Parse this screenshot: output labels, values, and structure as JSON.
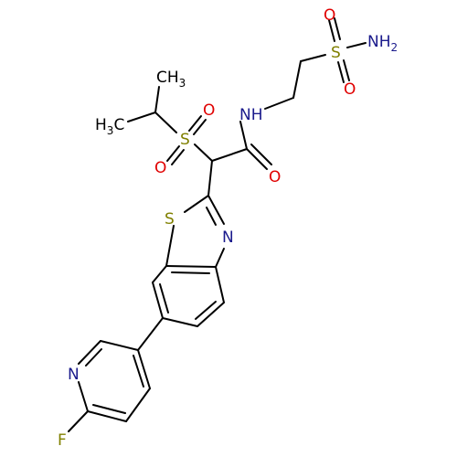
{
  "colors": {
    "carbon_bond": "#000000",
    "nitrogen": "#1A1A8C",
    "oxygen": "#E00000",
    "sulfur": "#808000",
    "fluorine": "#808000"
  },
  "atoms": {
    "o_sulfonamide_top": "O",
    "s_sulfonamide": "S",
    "nh2_sulfonamide": "NH",
    "nh2_subscript": "2",
    "o_sulfonamide_bottom": "O",
    "ch3_top": "CH",
    "ch3_top_subscript": "3",
    "h3c_left_h": "H",
    "h3c_left_subscript": "3",
    "h3c_left_c": "C",
    "nh_amide": "NH",
    "o_sulfone_right": "O",
    "s_sulfone": "S",
    "o_sulfone_left": "O",
    "o_amide": "O",
    "s_thiazole": "S",
    "n_thiazole": "N",
    "n_pyridine": "N",
    "f_fluorine": "F"
  }
}
